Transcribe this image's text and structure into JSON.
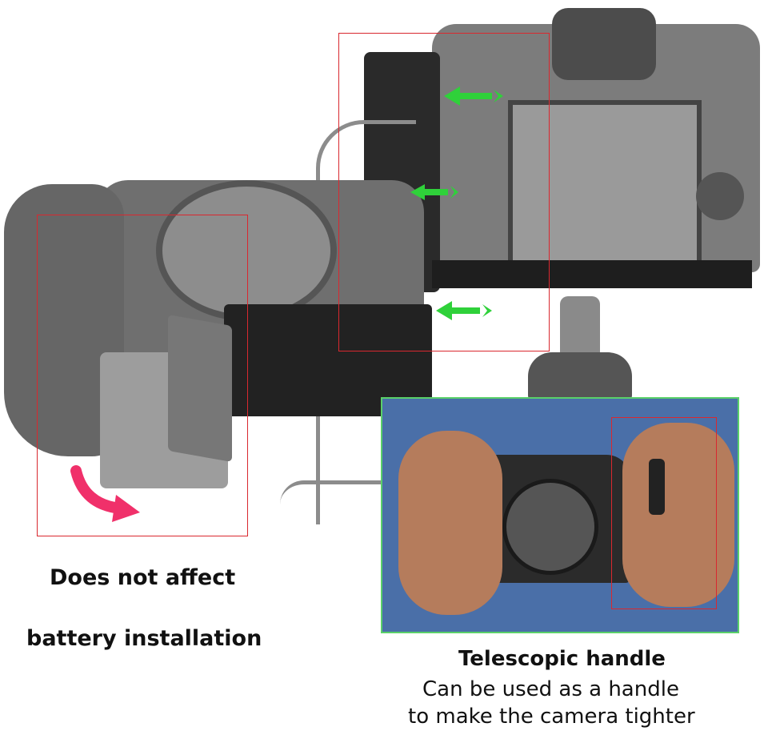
{
  "left_caption": {
    "line1": "Does not affect",
    "line2": "battery installation"
  },
  "right_caption": {
    "title": "Telescopic handle",
    "line1": "Can be used as a handle",
    "line2": "to make the camera tighter"
  },
  "colors": {
    "highlight_box": "#d9282f",
    "inset_border": "#5ad06a",
    "arrow_green": "#2fd13a",
    "arrow_pink": "#f0306a",
    "inset_background": "#4a6fa8"
  }
}
